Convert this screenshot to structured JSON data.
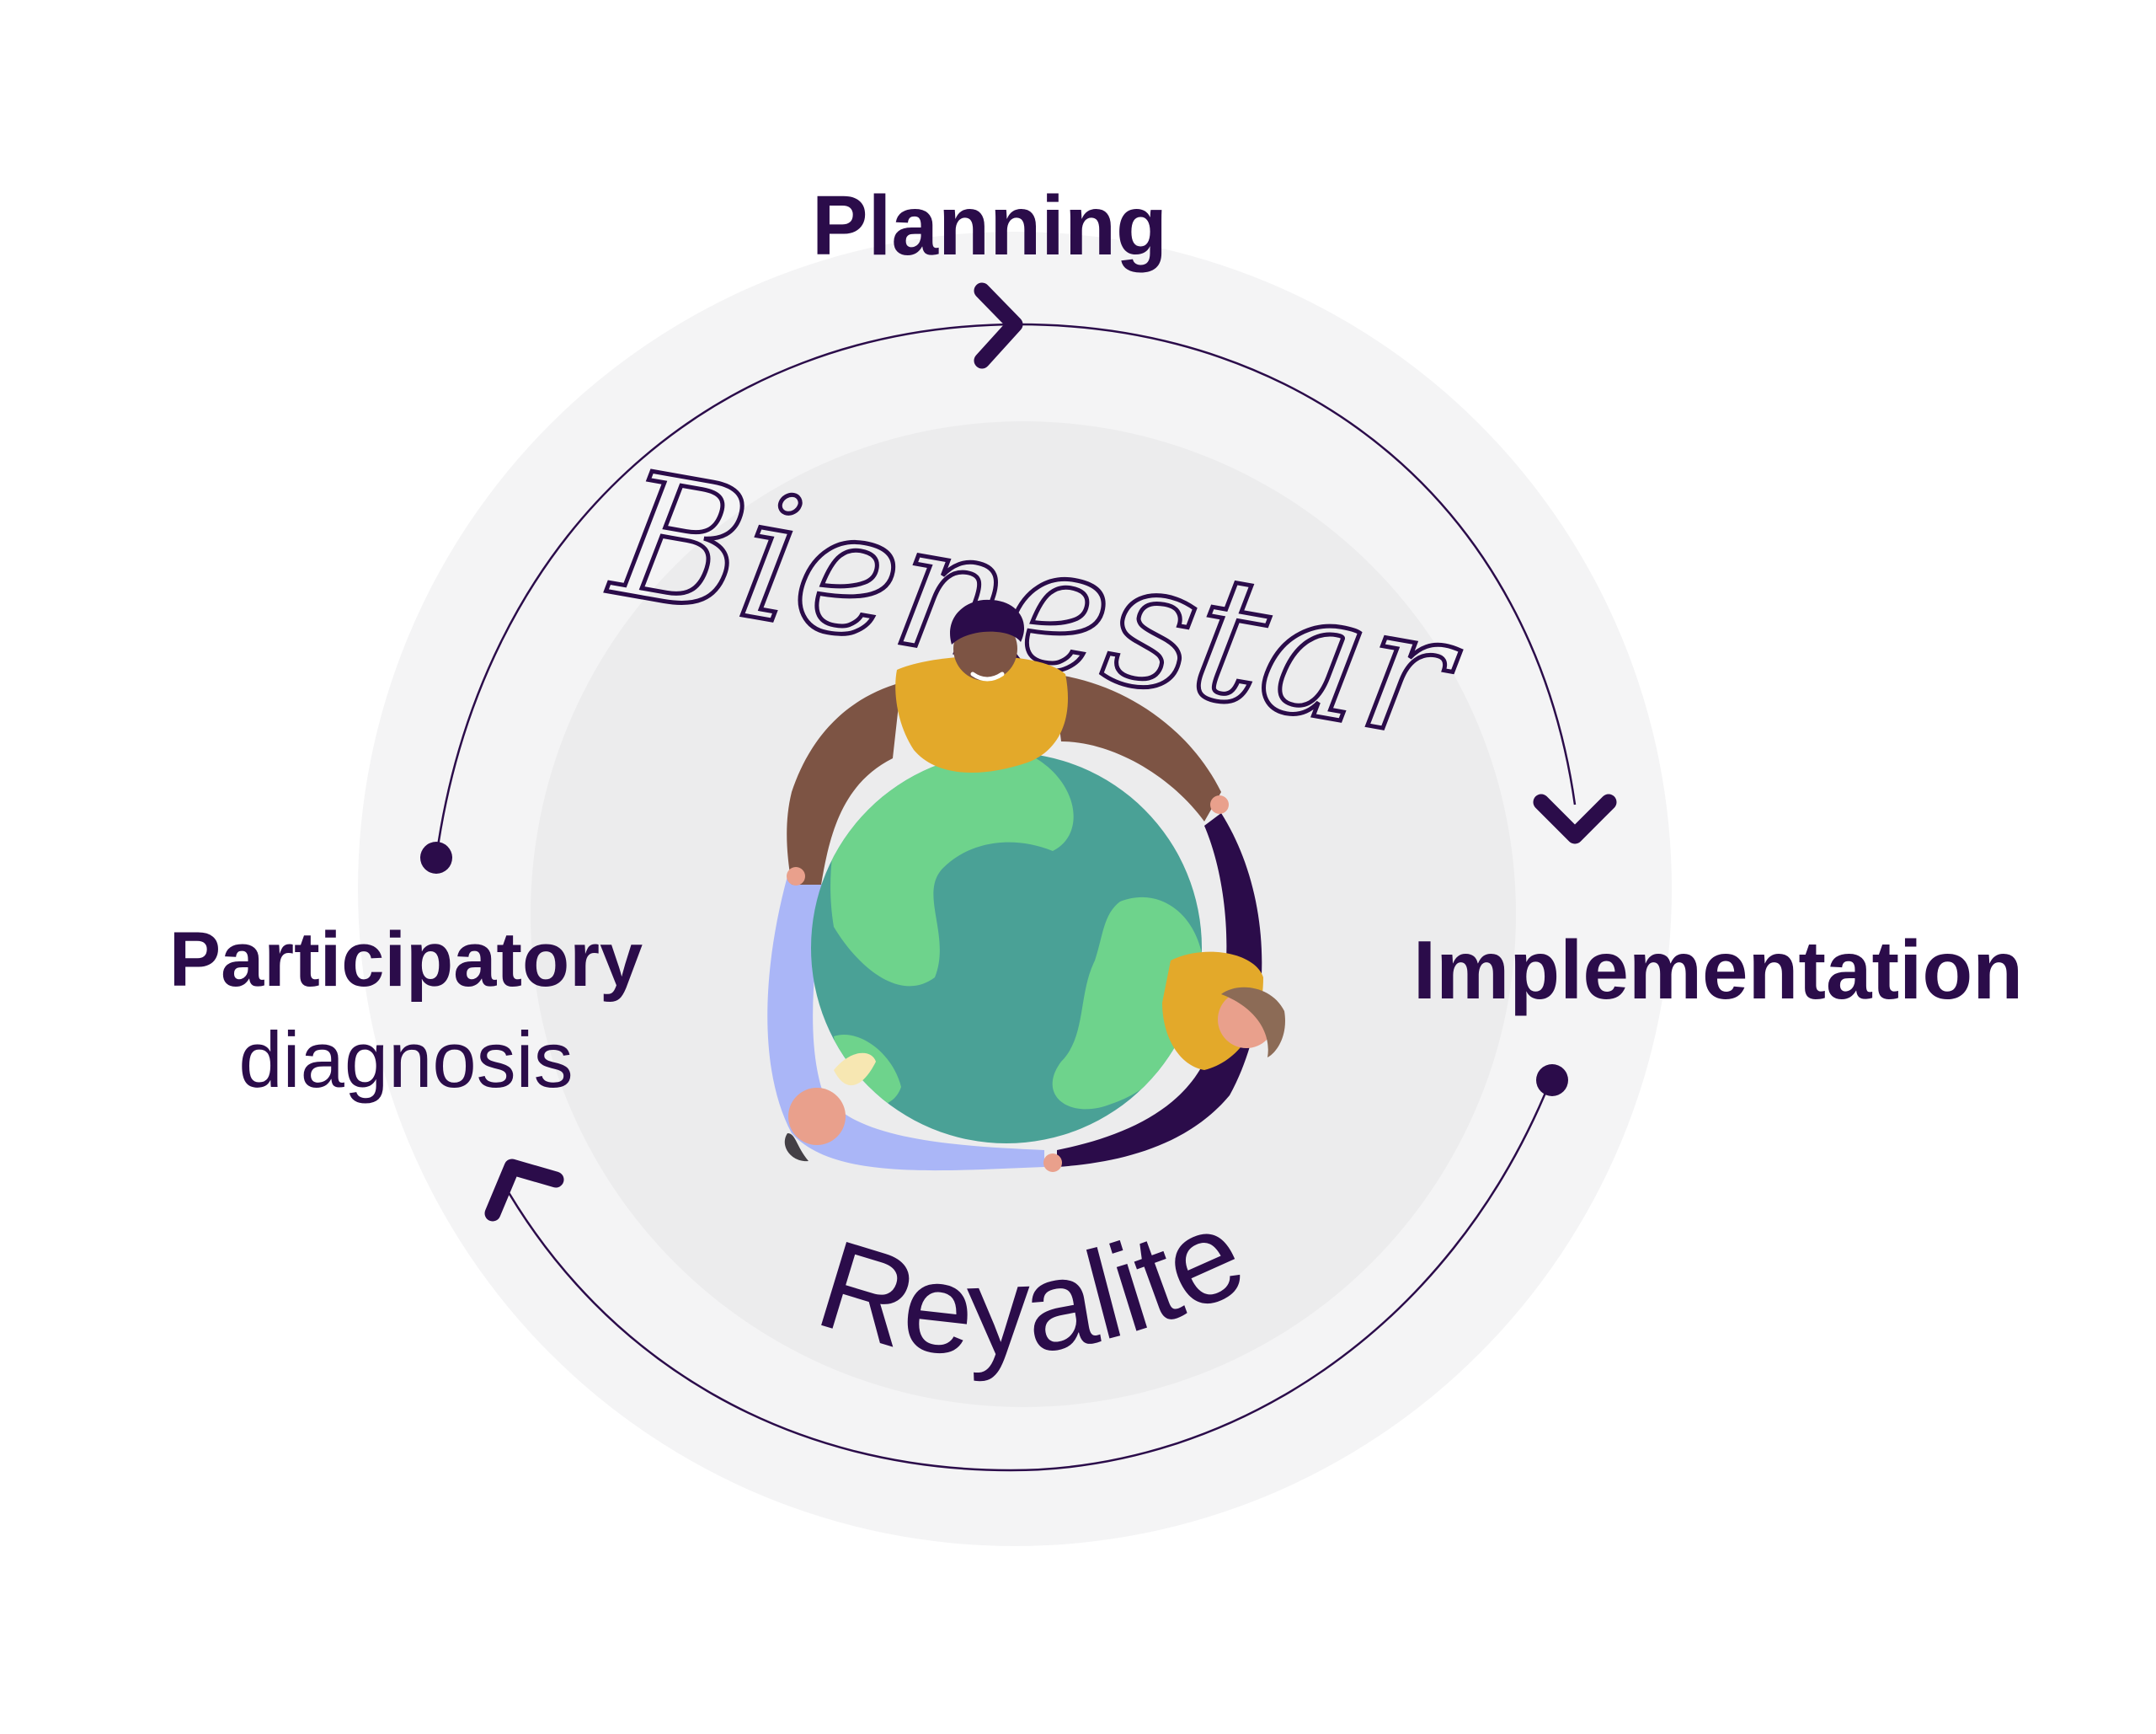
{
  "stages": {
    "planning": "Planning",
    "implementation": "Implementation",
    "participatory_title": "Participatory",
    "participatory_sub": "diagnosis"
  },
  "center": {
    "script_word": "Bienestar",
    "bottom_word": "Reyalite"
  },
  "colors": {
    "ink": "#2b0c4a",
    "ring_outer": "#f4f4f5",
    "ring_inner": "#ececed",
    "ocean": "#4aa196",
    "land": "#6ed38c",
    "ochre": "#e3a92a",
    "skin_dark": "#7d5444",
    "sleeve_blue": "#aab6f7"
  },
  "icons": {
    "arrow_top": "chevron-right-icon",
    "arrow_right": "chevron-down-icon",
    "arrow_left": "chevron-up-left-icon"
  }
}
